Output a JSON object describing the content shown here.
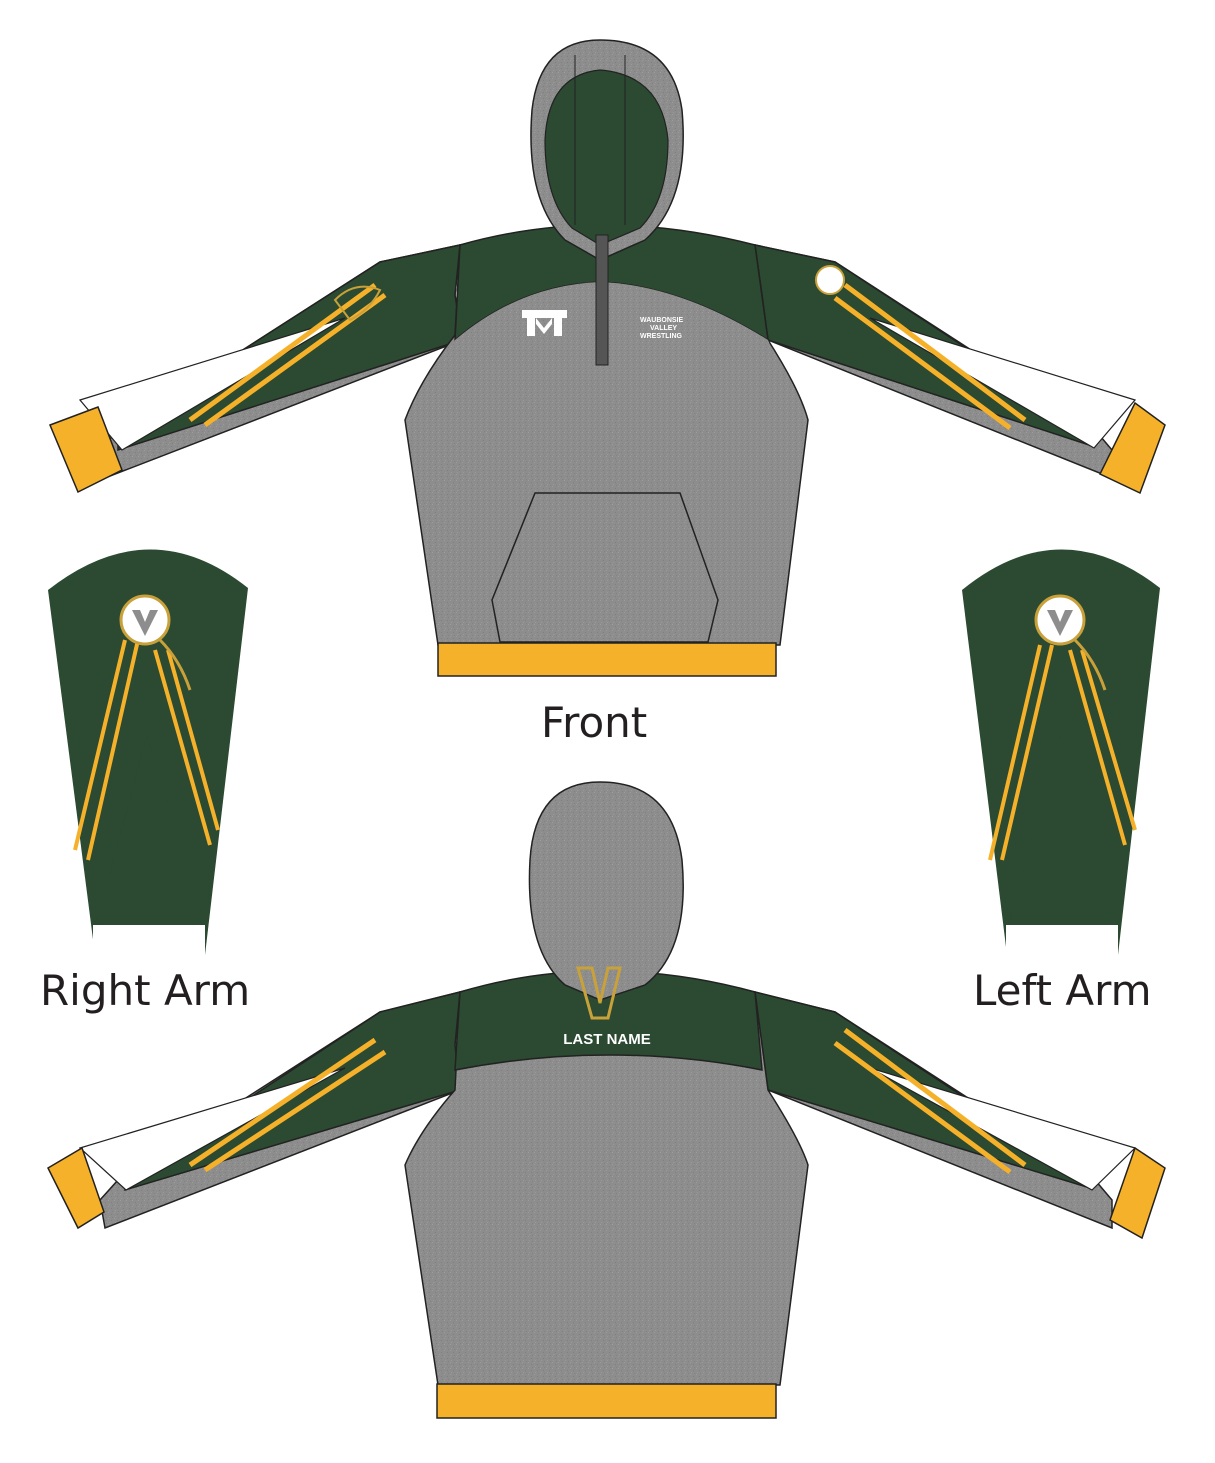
{
  "labels": {
    "front": "Front",
    "right_arm": "Right Arm",
    "left_arm": "Left Arm"
  },
  "back_print": {
    "name_text": "LAST NAME"
  },
  "chest_print": {
    "line1": "WAUBONSIE",
    "line2": "VALLEY",
    "line3": "WRESTLING"
  },
  "colors": {
    "heather_gray": "#8d8d8d",
    "hunter_green": "#2b4a31",
    "athletic_gold": "#f6b12a",
    "white": "#ffffff",
    "outline": "#222222"
  },
  "icons": {
    "brand_logo": "brand-monogram-icon",
    "team_emblem": "team-v-crest-icon",
    "back_logo": "team-w-logo-icon",
    "feather": "feather-icon"
  }
}
